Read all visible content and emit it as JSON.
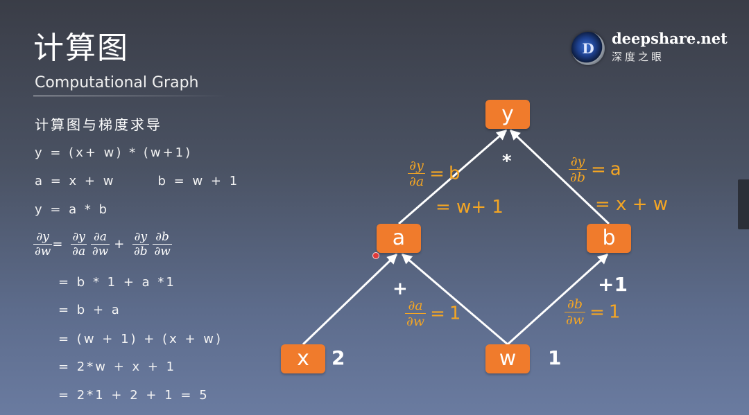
{
  "slide": {
    "title": "计算图",
    "subtitle": "Computational Graph",
    "section_heading": "计算图与梯度求导",
    "equations": [
      "y = (x+ w) * (w+1)",
      "a = x + w       b = w + 1",
      "y = a * b"
    ],
    "chain_rule": {
      "lhs": [
        "∂y",
        "∂w"
      ],
      "equals": "=",
      "term1": [
        [
          "∂y",
          "∂a"
        ],
        [
          "∂a",
          "∂w"
        ]
      ],
      "plus": "+",
      "term2": [
        [
          "∂y",
          "∂b"
        ],
        [
          "∂b",
          "∂w"
        ]
      ]
    },
    "steps": [
      "= b * 1 + a *1",
      "= b + a",
      "= (w + 1) + (x + w)",
      "= 2*w + x + 1",
      "= 2*1 + 2 + 1 = 5"
    ]
  },
  "logo": {
    "emblem_letter": "D",
    "name": "deepshare.net",
    "chinese": "深度之眼"
  },
  "graph": {
    "nodes": {
      "y": "y",
      "a": "a",
      "b": "b",
      "x": "x",
      "w": "w"
    },
    "values": {
      "x": "2",
      "w": "1"
    },
    "ops": {
      "mul": "*",
      "plus": "+",
      "plus_one": "+1"
    },
    "derivatives": {
      "dy_da": {
        "num": "∂y",
        "den": "∂a",
        "eq": "=",
        "rhs": "b",
        "extra": "= w+ 1"
      },
      "dy_db": {
        "num": "∂y",
        "den": "∂b",
        "eq": "=",
        "rhs": "a",
        "extra": "= x + w"
      },
      "da_dw": {
        "num": "∂a",
        "den": "∂w",
        "eq": "=",
        "rhs": "1"
      },
      "db_dw": {
        "num": "∂b",
        "den": "∂w",
        "eq": "=",
        "rhs": "1"
      }
    },
    "colors": {
      "node_fill": "#f07b2c",
      "annotation": "#f5a623",
      "edge": "#ffffff"
    }
  }
}
